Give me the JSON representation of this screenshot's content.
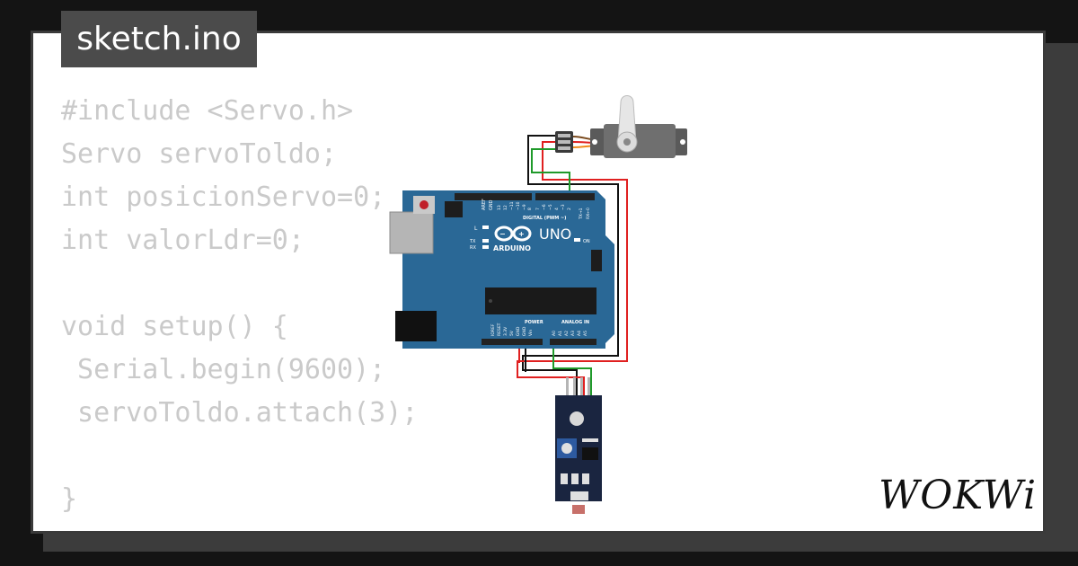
{
  "file_tab": {
    "label": "sketch.ino"
  },
  "code_lines": [
    "#include <Servo.h>",
    "Servo servoToldo;",
    "int posicionServo=0;",
    "int valorLdr=0;",
    "",
    "void setup() {",
    " Serial.begin(9600);",
    " servoToldo.attach(3);",
    "",
    "}"
  ],
  "board": {
    "model": "UNO",
    "brand": "ARDUINO",
    "digital_header": "DIGITAL (PWM ~)",
    "power_header": "POWER",
    "analog_header": "ANALOG IN",
    "on_led": "ON",
    "led_l": "L",
    "led_tx": "TX",
    "led_rx": "RX",
    "aref": "AREF",
    "gnd": "GND",
    "power_pins": [
      "IOREF",
      "RESET",
      "3.3V",
      "5V",
      "GND",
      "GND",
      "Vin"
    ],
    "analog_pins": [
      "A0",
      "A1",
      "A2",
      "A3",
      "A4",
      "A5"
    ],
    "digital_pins": [
      "13",
      "12",
      "~11",
      "~10",
      "~9",
      "8",
      "7",
      "~6",
      "~5",
      "4",
      "~3",
      "2",
      "TX→1",
      "RX←0"
    ]
  },
  "brand": {
    "logo_text": "WOKWi"
  },
  "colors": {
    "board_blue": "#2a6896",
    "wire_red": "#e02020",
    "wire_black": "#111111",
    "wire_green": "#1f9a2a",
    "code_text": "#cacaca",
    "tab_bg": "#4b4b4b"
  }
}
